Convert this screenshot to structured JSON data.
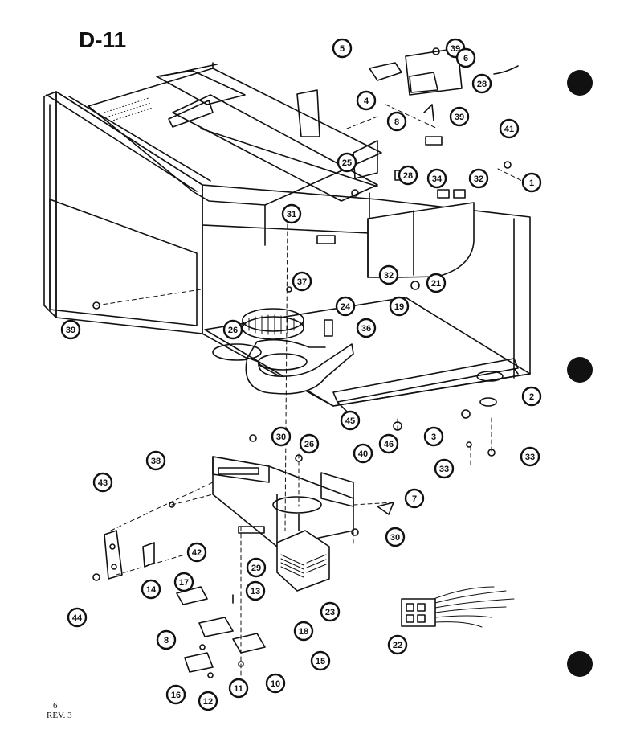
{
  "diagram": {
    "title": "D-11",
    "page_number": "6",
    "revision": "REV. 3",
    "ink_color": "#111111",
    "callouts": [
      {
        "id": "c5",
        "label": "5"
      },
      {
        "id": "c39a",
        "label": "39"
      },
      {
        "id": "c6a",
        "label": "6"
      },
      {
        "id": "c28a",
        "label": "28"
      },
      {
        "id": "c4",
        "label": "4"
      },
      {
        "id": "c39b",
        "label": "39"
      },
      {
        "id": "c8a",
        "label": "8"
      },
      {
        "id": "c41",
        "label": "41"
      },
      {
        "id": "c1",
        "label": "1"
      },
      {
        "id": "c25",
        "label": "25"
      },
      {
        "id": "c28b",
        "label": "28"
      },
      {
        "id": "c34",
        "label": "34"
      },
      {
        "id": "c32a",
        "label": "32"
      },
      {
        "id": "c31",
        "label": "31"
      },
      {
        "id": "c32b",
        "label": "32"
      },
      {
        "id": "c37",
        "label": "37"
      },
      {
        "id": "c21",
        "label": "21"
      },
      {
        "id": "c19",
        "label": "19"
      },
      {
        "id": "c24",
        "label": "24"
      },
      {
        "id": "c39c",
        "label": "39"
      },
      {
        "id": "c26a",
        "label": "26"
      },
      {
        "id": "c36",
        "label": "36"
      },
      {
        "id": "c45",
        "label": "45"
      },
      {
        "id": "c2",
        "label": "2"
      },
      {
        "id": "c3",
        "label": "3"
      },
      {
        "id": "c46",
        "label": "46"
      },
      {
        "id": "c33a",
        "label": "33"
      },
      {
        "id": "c33b",
        "label": "33"
      },
      {
        "id": "c30a",
        "label": "30"
      },
      {
        "id": "c38",
        "label": "38"
      },
      {
        "id": "c26b",
        "label": "26"
      },
      {
        "id": "c40",
        "label": "40"
      },
      {
        "id": "c43",
        "label": "43"
      },
      {
        "id": "c7",
        "label": "7"
      },
      {
        "id": "c30b",
        "label": "30"
      },
      {
        "id": "c42",
        "label": "42"
      },
      {
        "id": "c29",
        "label": "29"
      },
      {
        "id": "c23",
        "label": "23"
      },
      {
        "id": "c22",
        "label": "22"
      },
      {
        "id": "c14",
        "label": "14"
      },
      {
        "id": "c17",
        "label": "17"
      },
      {
        "id": "c13",
        "label": "13"
      },
      {
        "id": "c44",
        "label": "44"
      },
      {
        "id": "c8b",
        "label": "8"
      },
      {
        "id": "c18",
        "label": "18"
      },
      {
        "id": "c15",
        "label": "15"
      },
      {
        "id": "c16",
        "label": "16"
      },
      {
        "id": "c12",
        "label": "12"
      },
      {
        "id": "c11",
        "label": "11"
      },
      {
        "id": "c10",
        "label": "10"
      }
    ]
  }
}
